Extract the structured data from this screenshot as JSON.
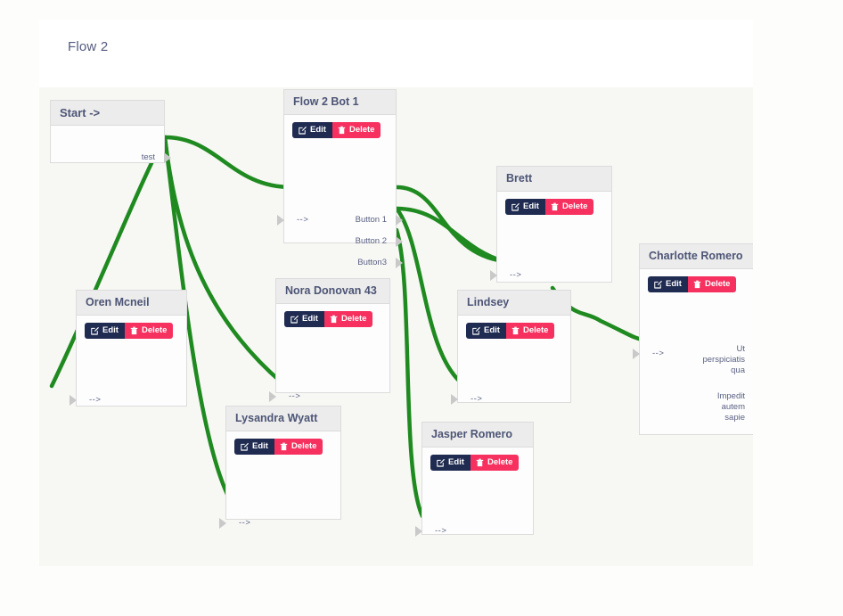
{
  "page": {
    "title": "Flow 2",
    "canvas_bg": "#f7f7f4",
    "header_bg": "#ffffff"
  },
  "theme": {
    "edge_color": "#1f8a1f",
    "edit_bg": "#1f2b51",
    "delete_bg": "#f6315f",
    "node_header_bg": "#ececec",
    "node_body_bg": "#fdfdfd",
    "node_border": "#dcdcdc",
    "text_color": "#4d5576",
    "port_arrow": "#c9c9c9"
  },
  "actions": {
    "edit_label": "Edit",
    "delete_label": "Delete",
    "edit_icon": "pen-to-square-icon",
    "delete_icon": "trash-icon"
  },
  "nodes": [
    {
      "id": "start",
      "title": "Start ->",
      "has_actions": false,
      "inputs": [],
      "outputs": [
        "test"
      ]
    },
    {
      "id": "flow-2-bot-1",
      "title": "Flow 2 Bot 1",
      "has_actions": true,
      "inputs": [
        "-->"
      ],
      "outputs": [
        "Button 1",
        "Button 2",
        "Button3"
      ]
    },
    {
      "id": "oren-mcneil",
      "title": "Oren Mcneil",
      "has_actions": true,
      "inputs": [
        "-->"
      ],
      "outputs": []
    },
    {
      "id": "nora-donovan-43",
      "title": "Nora Donovan 43",
      "has_actions": true,
      "inputs": [
        "-->"
      ],
      "outputs": []
    },
    {
      "id": "lysandra-wyatt",
      "title": "Lysandra Wyatt",
      "has_actions": true,
      "inputs": [
        "-->"
      ],
      "outputs": []
    },
    {
      "id": "brett",
      "title": "Brett",
      "has_actions": true,
      "inputs": [
        "-->"
      ],
      "outputs": []
    },
    {
      "id": "lindsey",
      "title": "Lindsey",
      "has_actions": true,
      "inputs": [
        "-->"
      ],
      "outputs": []
    },
    {
      "id": "jasper-romero",
      "title": "Jasper Romero",
      "has_actions": true,
      "inputs": [
        "-->"
      ],
      "outputs": []
    },
    {
      "id": "charlotte-romero",
      "title": "Charlotte Romero",
      "has_actions": true,
      "inputs": [
        "-->"
      ],
      "outputs": [
        "Ut perspiciatis qua",
        "Impedit autem sapie"
      ]
    }
  ],
  "node_text": {
    "start": {
      "title": "Start ->",
      "out_test": "test"
    },
    "bot1": {
      "title": "Flow 2 Bot 1",
      "in": "-->",
      "out1": "Button 1",
      "out2": "Button 2",
      "out3": "Button3"
    },
    "oren": {
      "title": "Oren Mcneil",
      "in": "-->"
    },
    "nora": {
      "title": "Nora Donovan 43",
      "in": "-->"
    },
    "lysandra": {
      "title": "Lysandra Wyatt",
      "in": "-->"
    },
    "brett": {
      "title": "Brett",
      "in": "-->"
    },
    "lindsey": {
      "title": "Lindsey",
      "in": "-->"
    },
    "jasper": {
      "title": "Jasper Romero",
      "in": "-->"
    },
    "charlotte": {
      "title": "Charlotte Romero",
      "in": "-->",
      "out1_line1": "Ut",
      "out1_line2": "perspiciatis",
      "out1_line3": "qua",
      "out2_line1": "Impedit",
      "out2_line2": "autem",
      "out2_line3": "sapie"
    }
  },
  "edges": [
    {
      "from": "start.test",
      "to": "bot1.in"
    },
    {
      "from": "start.test",
      "to": "oren.in"
    },
    {
      "from": "start.test",
      "to": "nora.in"
    },
    {
      "from": "start.test",
      "to": "lysandra.in"
    },
    {
      "from": "bot1.out1",
      "to": "brett.in"
    },
    {
      "from": "bot1.out2",
      "to": "brett.in"
    },
    {
      "from": "bot1.out2",
      "to": "lindsey.in"
    },
    {
      "from": "bot1.out3",
      "to": "jasper.in"
    },
    {
      "from": "brett.out",
      "to": "charlotte.in"
    }
  ]
}
